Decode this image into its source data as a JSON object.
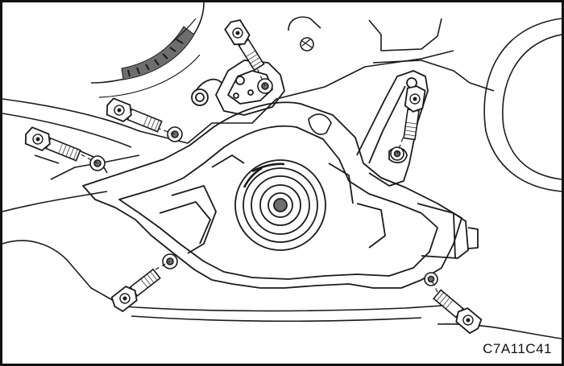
{
  "figure": {
    "code": "C7A11C41",
    "line_color": "#1a1a1a",
    "shade_color": "#6e6e6e",
    "background": "#ffffff",
    "bolts": [
      {
        "name": "bolt-top-center"
      },
      {
        "name": "bolt-upper-left"
      },
      {
        "name": "bolt-left"
      },
      {
        "name": "bolt-right-upper"
      },
      {
        "name": "bolt-bottom-left"
      },
      {
        "name": "bolt-bottom-right"
      }
    ]
  }
}
